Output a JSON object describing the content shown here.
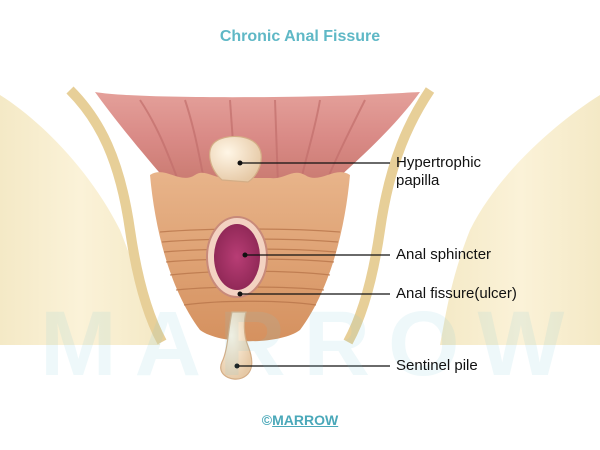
{
  "title": "Chronic Anal Fissure",
  "labels": {
    "papilla_line1": "Hypertrophic",
    "papilla_line2": "papilla",
    "sphincter": "Anal sphincter",
    "fissure": "Anal fissure(ulcer)",
    "pile": "Sentinel pile"
  },
  "watermark": "MARROW",
  "footer": {
    "symbol": "©",
    "brand": "MARROW"
  }
}
